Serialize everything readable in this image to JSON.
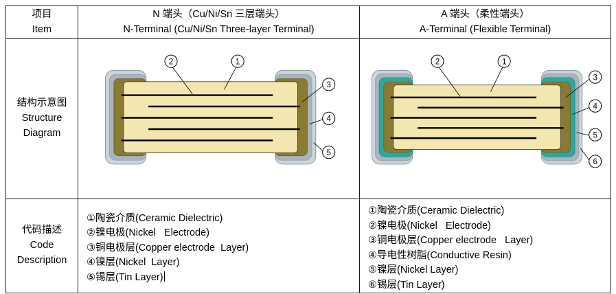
{
  "header": {
    "item_zh": "项目",
    "item_en": "Item",
    "n_zh": "N 端头（Cu/Ni/Sn 三层端头）",
    "n_en": "N-Terminal (Cu/Ni/Sn Three-layer Terminal)",
    "a_zh": "A 端头（柔性端头）",
    "a_en": "A-Terminal (Flexible Terminal)"
  },
  "row_labels": {
    "structure_zh": "结构示意图",
    "structure_en1": "Structure",
    "structure_en2": "Diagram",
    "code_zh": "代码描述",
    "code_en1": "Code",
    "code_en2": "Description"
  },
  "descriptions": {
    "n": [
      "①陶瓷介质(Ceramic Dielectric)",
      "②镍电极(Nickel   Electrode)",
      "③铜电极层(Copper electrode  Layer)",
      "④镍层(Nickel  Layer)",
      "⑤锡层(Tin Layer)"
    ],
    "a": [
      "①陶瓷介质(Ceramic Dielectric)",
      "②镍电极(Nickel   Electrode)",
      "③铜电极层(Copper electrode   Layer)",
      "④导电性树脂(Conductive Resin)",
      "⑤镍层(Nickel Layer)",
      "⑥锡层(Tin Layer)"
    ]
  },
  "diagram": {
    "colors": {
      "ceramic": "#F3E6AE",
      "copper": "#8A7B33",
      "nickel": "#A9B5BD",
      "tin": "#CBD5DB",
      "resin": "#2EA79E",
      "electrode": "#000000"
    },
    "n_callouts": [
      "2",
      "1",
      "3",
      "4",
      "5"
    ],
    "a_callouts": [
      "2",
      "1",
      "3",
      "4",
      "5",
      "6"
    ]
  }
}
